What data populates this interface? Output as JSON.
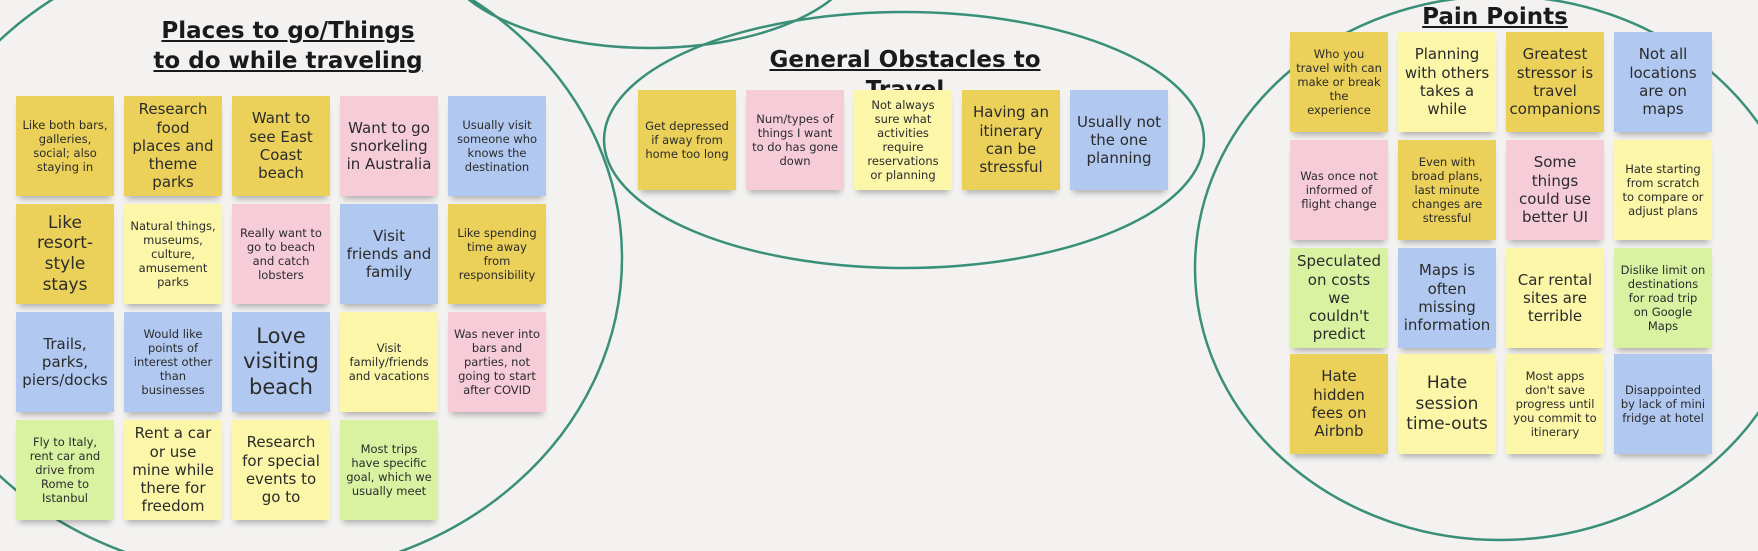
{
  "colors": {
    "background": "#f3f2f1",
    "circle_stroke": "#3a8f78",
    "note_yellow": "#ebd15a",
    "note_light_yellow": "#fbf6a8",
    "note_pink": "#f6ccd9",
    "note_blue": "#b1c8f1",
    "note_green": "#d8f2a2"
  },
  "groups": {
    "places": {
      "title": "Places to go/Things\nto do while traveling",
      "notes": [
        "Like both bars, galleries, social; also staying in",
        "Research food places and theme parks",
        "Want to see East Coast beach",
        "Want to go snorkeling in Australia",
        "Usually visit someone who knows the destination",
        "Like resort-style stays",
        "Natural things, museums, culture, amusement parks",
        "Really want to go to beach and catch lobsters",
        "Visit friends and family",
        "Like spending time away from responsibility",
        "Trails, parks, piers/docks",
        "Would like points of interest other than businesses",
        "Love visiting beach",
        "Visit family/friends and vacations",
        "Was never into bars and parties, not going to start after COVID",
        "Fly to Italy, rent car and drive from Rome to Istanbul",
        "Rent a car or use mine while there for freedom",
        "Research for special events to go to",
        "Most trips have specific goal, which we usually meet"
      ]
    },
    "obstacles": {
      "title": "General Obstacles to Travel",
      "notes": [
        "Get depressed if away from home too long",
        "Num/types of things I want to do has gone down",
        "Not always sure what activities require reservations or planning",
        "Having an itinerary can be stressful",
        "Usually not the one planning"
      ]
    },
    "pain": {
      "title": "Pain Points",
      "notes": [
        "Who you travel with can make or break the experience",
        "Planning with others takes a while",
        "Greatest stressor is travel companions",
        "Not all locations are on maps",
        "Was once not informed of flight change",
        "Even with broad plans, last minute changes are stressful",
        "Some things could use better UI",
        "Hate starting from scratch to compare or adjust plans",
        "Speculated on costs we couldn't predict",
        "Maps is often missing information",
        "Car rental sites are terrible",
        "Dislike limit on destinations for road trip on Google Maps",
        "Hate hidden fees on Airbnb",
        "Hate session time-outs",
        "Most apps don't save progress until you commit to itinerary",
        "Disappointed by lack of mini fridge at hotel"
      ]
    }
  }
}
